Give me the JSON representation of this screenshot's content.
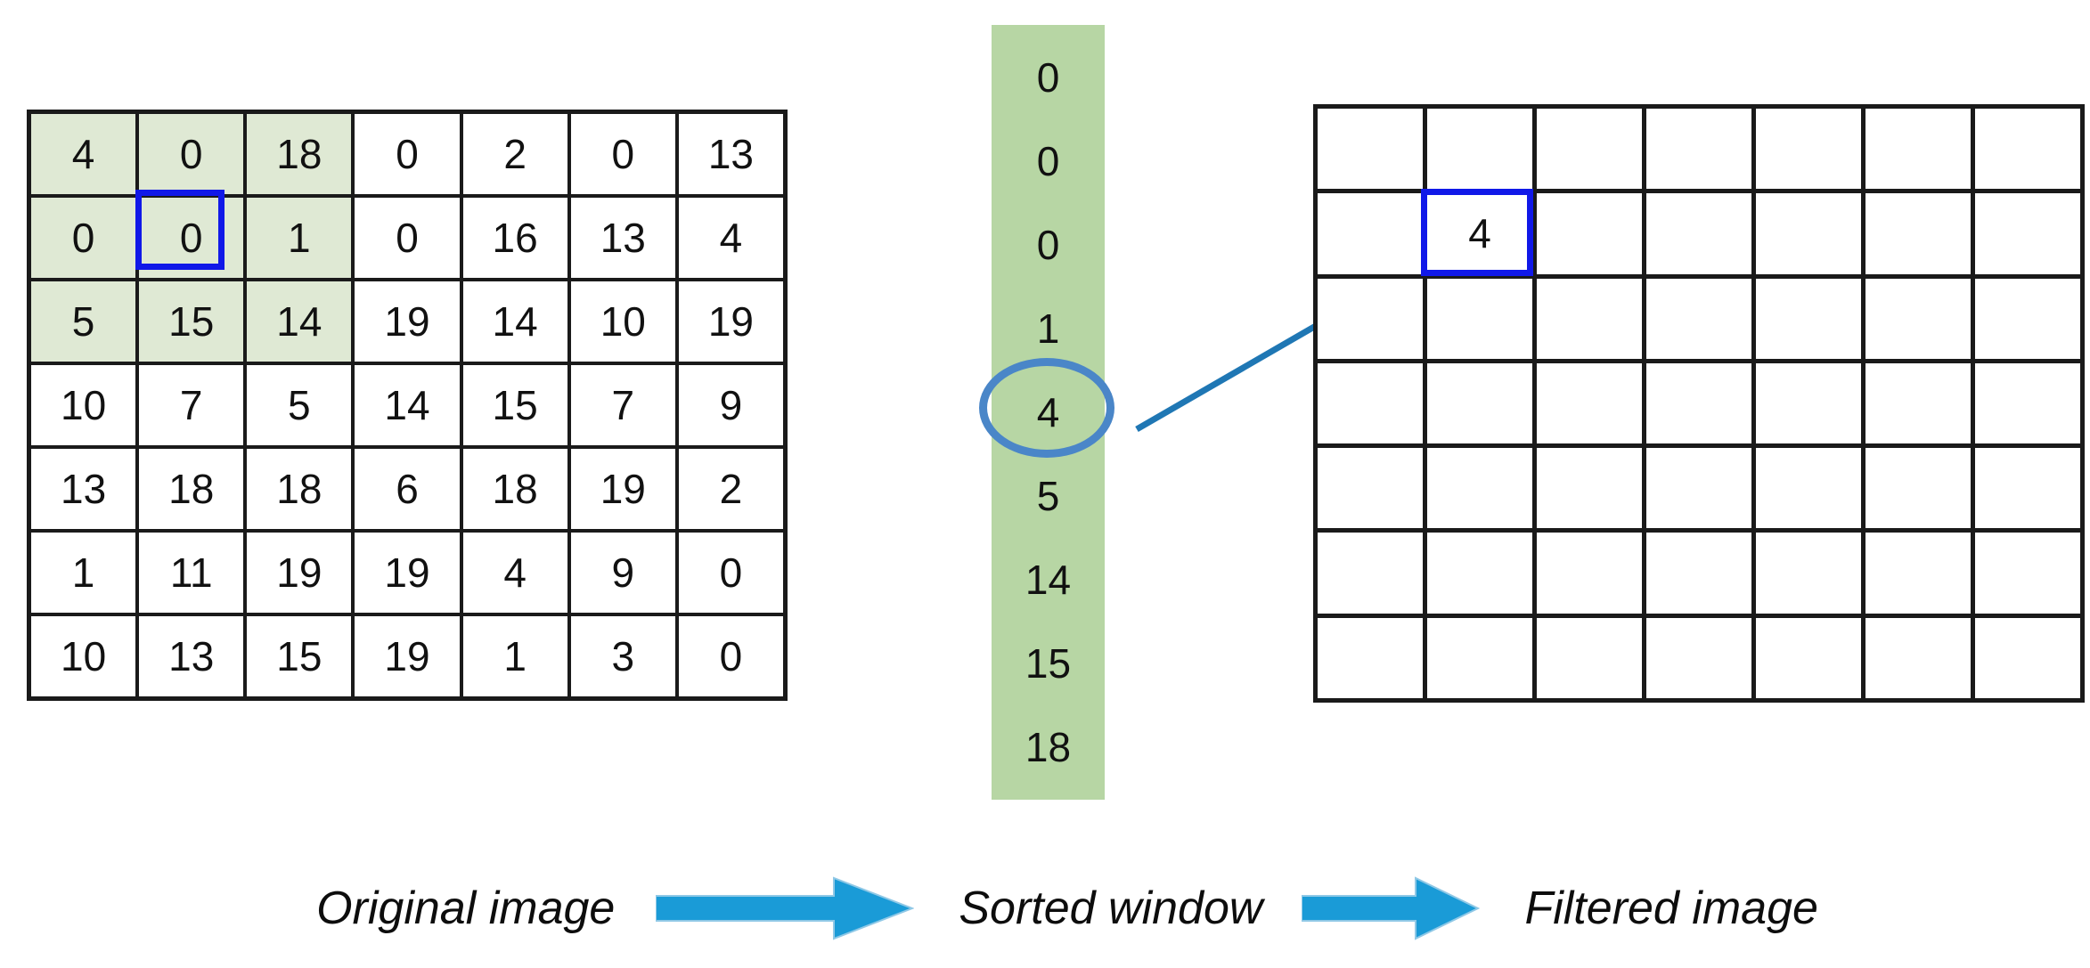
{
  "diagram": {
    "title_sequence": [
      "Original image",
      "Sorted window",
      "Filtered image"
    ],
    "colors": {
      "window_highlight_green": "#dfe9d4",
      "sorted_strip_green": "#b7d6a4",
      "selection_blue": "#1018e8",
      "circle_blue": "#4a86c8",
      "arrow_blue": "#1f77b4",
      "grid_line": "#1a1a1a"
    }
  },
  "original_image": {
    "label": "Original image",
    "rows": 7,
    "cols": 7,
    "values": [
      [
        4,
        0,
        18,
        0,
        2,
        0,
        13
      ],
      [
        0,
        0,
        1,
        0,
        16,
        13,
        4
      ],
      [
        5,
        15,
        14,
        19,
        14,
        10,
        19
      ],
      [
        10,
        7,
        5,
        14,
        15,
        7,
        9
      ],
      [
        13,
        18,
        18,
        6,
        18,
        19,
        2
      ],
      [
        1,
        11,
        19,
        19,
        4,
        9,
        0
      ],
      [
        10,
        13,
        15,
        19,
        1,
        3,
        0
      ]
    ],
    "window_cells": [
      [
        0,
        0
      ],
      [
        0,
        1
      ],
      [
        0,
        2
      ],
      [
        1,
        0
      ],
      [
        1,
        1
      ],
      [
        1,
        2
      ],
      [
        2,
        0
      ],
      [
        2,
        1
      ],
      [
        2,
        2
      ]
    ],
    "window_center": [
      1,
      1
    ],
    "window_center_value": 0
  },
  "sorted_window": {
    "label": "Sorted window",
    "values": [
      0,
      0,
      0,
      1,
      4,
      5,
      14,
      15,
      18
    ],
    "median_value": 4,
    "median_index": 4
  },
  "filtered_image": {
    "label": "Filtered image",
    "rows": 7,
    "cols": 7,
    "values": [
      [
        "",
        "",
        "",
        "",
        "",
        "",
        ""
      ],
      [
        "",
        "4",
        "",
        "",
        "",
        "",
        ""
      ],
      [
        "",
        "",
        "",
        "",
        "",
        "",
        ""
      ],
      [
        "",
        "",
        "",
        "",
        "",
        "",
        ""
      ],
      [
        "",
        "",
        "",
        "",
        "",
        "",
        ""
      ],
      [
        "",
        "",
        "",
        "",
        "",
        "",
        ""
      ],
      [
        "",
        "",
        "",
        "",
        "",
        "",
        ""
      ]
    ],
    "highlight_cell": [
      1,
      1
    ],
    "highlight_value": 4
  }
}
